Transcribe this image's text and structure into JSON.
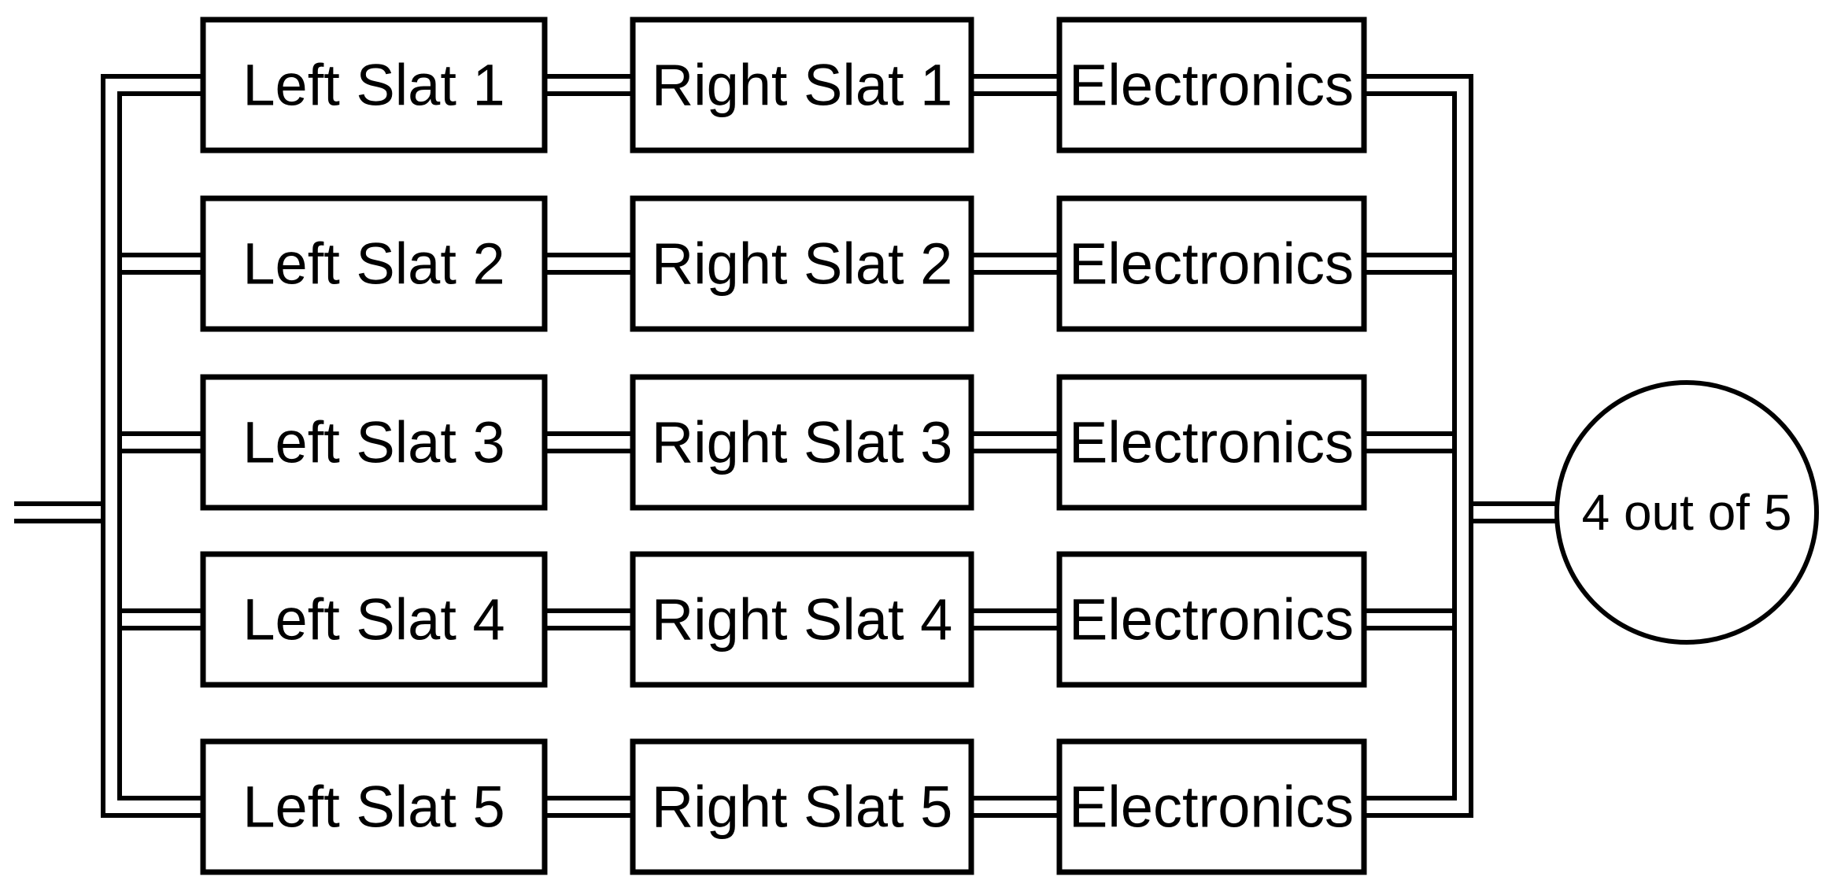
{
  "diagram": {
    "kind": "reliability-block-diagram",
    "description_visible_text_only": true
  },
  "nodes": {
    "left_slats": [
      "Left Slat 1",
      "Left Slat 2",
      "Left Slat 3",
      "Left Slat 4",
      "Left Slat 5"
    ],
    "right_slats": [
      "Right Slat 1",
      "Right Slat 2",
      "Right Slat 3",
      "Right Slat 4",
      "Right Slat 5"
    ],
    "electronics": [
      "Electronics",
      "Electronics",
      "Electronics",
      "Electronics",
      "Electronics"
    ],
    "voter": "4 out of 5"
  },
  "colors": {
    "stroke": "#000000",
    "text": "#000000",
    "node_fill": "#ffffff",
    "background": "#ffffff"
  }
}
